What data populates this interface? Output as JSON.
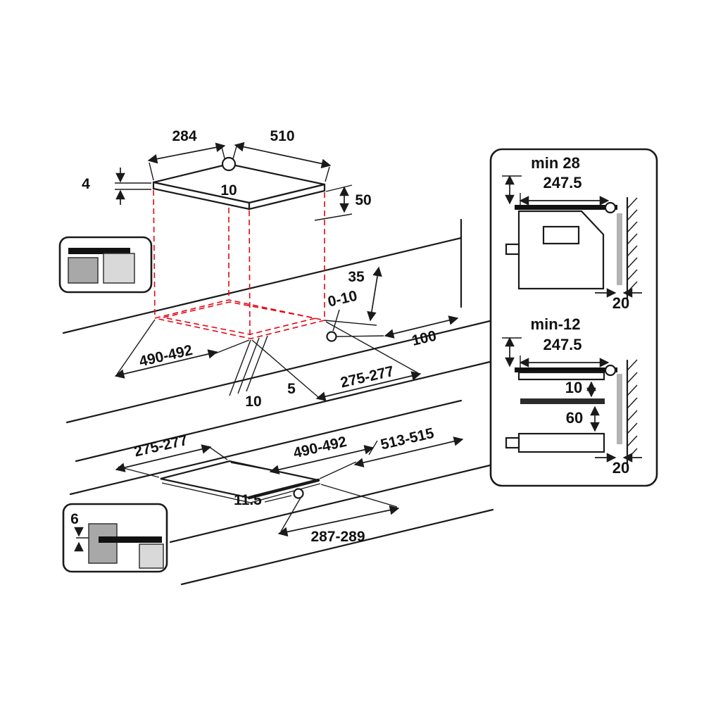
{
  "figure": {
    "kind": "hob-installation-diagram",
    "colors": {
      "line": "#1a1a1a",
      "projection_red": "#e30613",
      "gray": "#a8a8a8",
      "light_gray": "#d9d9d9",
      "wall_strip": "#b3b3b3"
    }
  },
  "top_scene": {
    "d284": "284",
    "d510": "510",
    "d4": "4",
    "d10_surface": "10",
    "d50": "50",
    "d35": "35",
    "d0_10": "0-10",
    "d100": "100",
    "d490": "490-492",
    "d275": "275-277",
    "d10_gap": "10",
    "d5_gap": "5"
  },
  "bottom_scene": {
    "d275": "275-277",
    "d513": "513-515",
    "d490": "490-492",
    "d11_5": "11.5",
    "d287": "287-289"
  },
  "inset_bottom": {
    "d6": "6"
  },
  "panel_top": {
    "dmin": "min 28",
    "d247": "247.5",
    "d20": "20"
  },
  "panel_bottom": {
    "dmin": "min-12",
    "d247": "247.5",
    "d10": "10",
    "d60": "60",
    "d20": "20"
  }
}
